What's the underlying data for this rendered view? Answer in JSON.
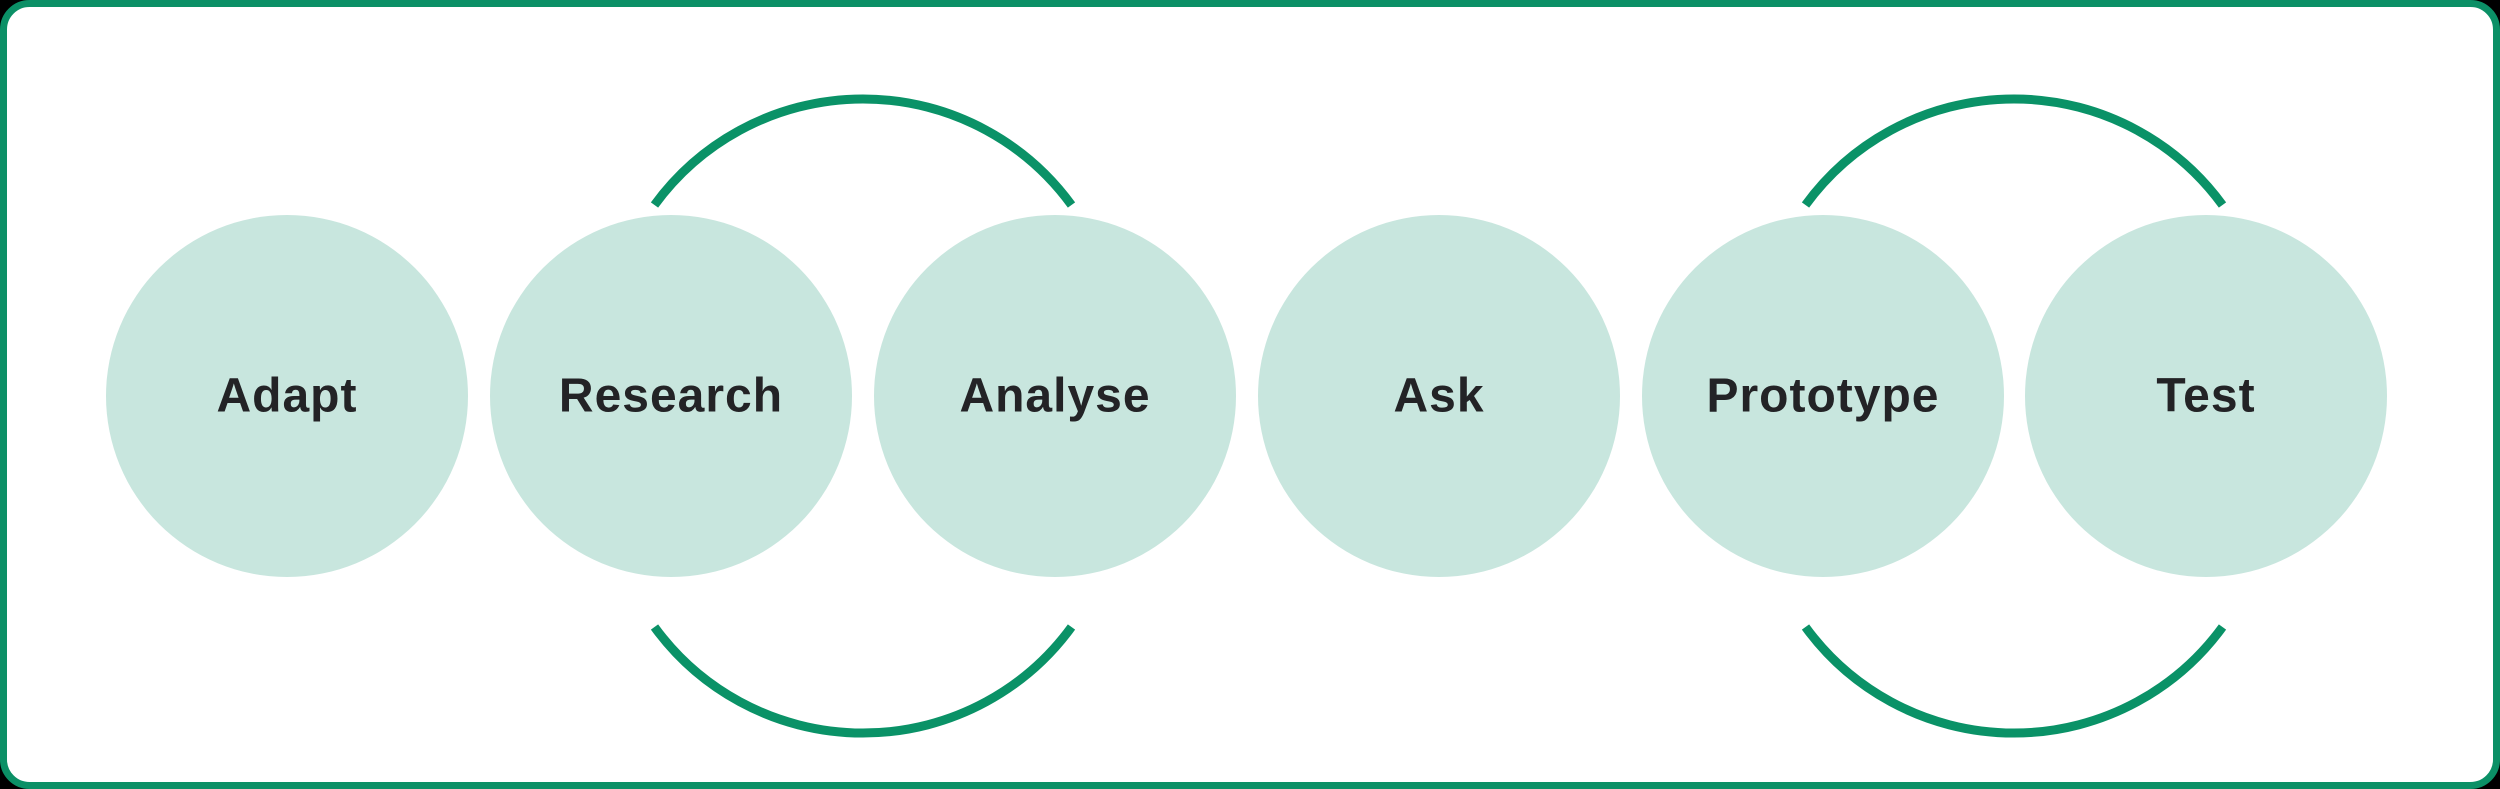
{
  "diagram": {
    "stages": [
      {
        "label": "Adapt"
      },
      {
        "label": "Research"
      },
      {
        "label": "Analyse"
      },
      {
        "label": "Ask"
      },
      {
        "label": "Prototype"
      },
      {
        "label": "Test"
      }
    ],
    "loops": [
      {
        "between": "Research and Analyse",
        "arcs": "top and bottom"
      },
      {
        "between": "Prototype and Test",
        "arcs": "top and bottom"
      }
    ],
    "colors": {
      "page_bg": "#000000",
      "card_bg": "#ffffff",
      "border_green": "#0b9066",
      "arc_green": "#0a9267",
      "circle_fill": "#c8e6de",
      "text": "#232326"
    }
  }
}
